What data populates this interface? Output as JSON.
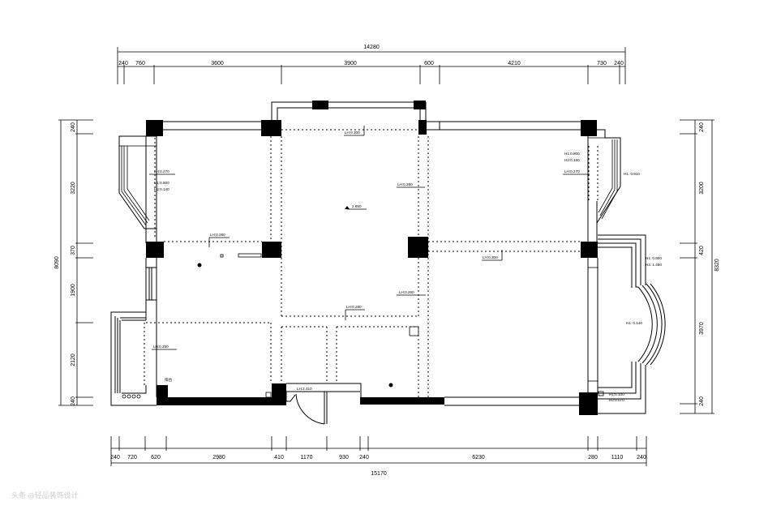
{
  "drawing": {
    "dimensions_top": {
      "total": "14280",
      "segments": [
        "240",
        "760",
        "3600",
        "3900",
        "600",
        "4210",
        "730",
        "240"
      ]
    },
    "dimensions_bottom": {
      "total": "15170",
      "segments": [
        "240",
        "720",
        "620",
        "2980",
        "410",
        "1170",
        "930",
        "240",
        "6230",
        "280",
        "1110",
        "240"
      ]
    },
    "dimensions_left": {
      "total": "8090",
      "segments": [
        "240",
        "3220",
        "370",
        "1900",
        "2120",
        "240"
      ]
    },
    "dimensions_right": {
      "total": "8320",
      "segments": [
        "240",
        "3200",
        "420",
        "3970",
        "240"
      ]
    },
    "annotations": {
      "left_bay_lh": "LH:0.270",
      "left_bay_h1": "H1:0.800",
      "left_bay_h2": "H2:0.140",
      "left_beam": "LH:0.280",
      "top_beam": "LH:0.300",
      "center_level": "2.650",
      "center_beam_right": "LH:0.280",
      "center_beam_lower": "LH:0.260",
      "center_bottom_beam": "LH:0.280",
      "balcony_beam": "LH:0.250",
      "balcony_label": "阳台",
      "door_label": "LH:2.410",
      "right_beam": "LH:0.300",
      "right_bay_h1": "H1:0.800",
      "right_bay_h2": "H2:0.150",
      "right_bay_lh": "LH:0.270",
      "right_bay_window": "H1: 0.910",
      "big_bay_h1": "H1: 0.800",
      "big_bay_h2": "H2: 1.450",
      "big_bay_sill": "H1: 0.140",
      "corner_h1": "H1:0.100",
      "corner_h2": "H2:0.070"
    }
  },
  "watermark": "头条 @轻品装饰设计"
}
